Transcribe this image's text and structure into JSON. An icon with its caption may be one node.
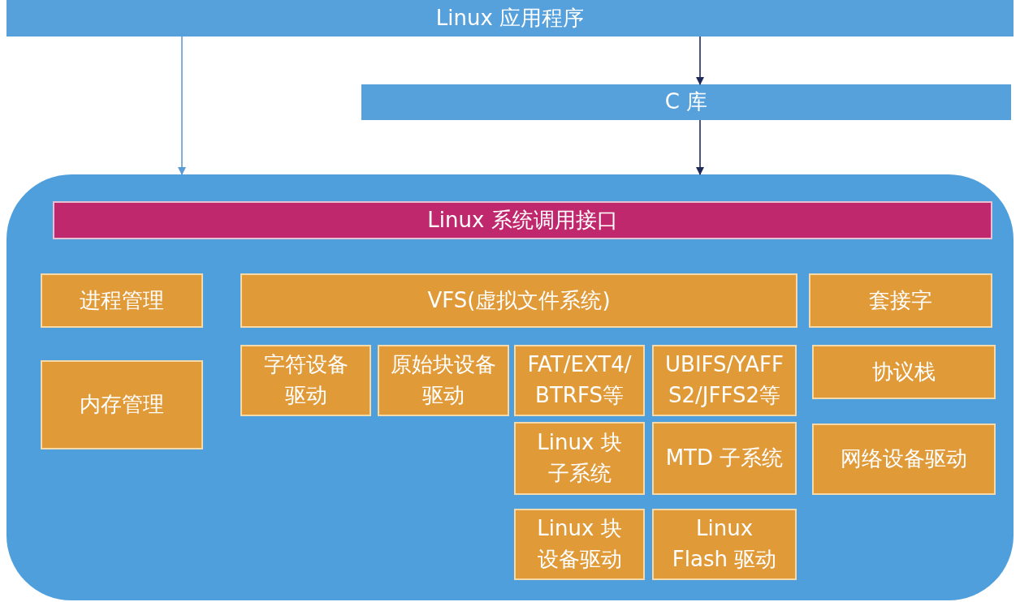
{
  "diagram": {
    "nodes": [
      {
        "text": [
          "Linux 应用程序"
        ]
      },
      {
        "text": [
          "C 库"
        ]
      },
      {
        "text": [],
        "shape": "box"
      },
      {
        "text": [
          "Linux 系统调用接口"
        ],
        "in": 2
      },
      {
        "text": [
          "进程管理"
        ],
        "in": 2
      },
      {
        "text": [
          "VFS(虚拟文件系统)"
        ],
        "in": 2
      },
      {
        "text": [
          "套接字"
        ],
        "in": 2
      },
      {
        "text": [
          "内存管理"
        ],
        "in": 2
      },
      {
        "text": [
          "字符设备驱动"
        ],
        "in": 2
      },
      {
        "text": [
          "原始块设备驱动"
        ],
        "in": 2
      },
      {
        "text": [
          "FAT/EXT4/BTRFS等"
        ],
        "in": 2
      },
      {
        "text": [
          "UBIFS/YAFFS2/JFFS2等"
        ],
        "in": 2
      },
      {
        "text": [
          "协议栈"
        ],
        "in": 2
      },
      {
        "text": [
          "Linux 块子系统"
        ],
        "in": 2
      },
      {
        "text": [
          "MTD 子系统"
        ],
        "in": 2
      },
      {
        "text": [
          "网络设备驱动"
        ],
        "in": 2
      },
      {
        "text": [
          "Linux 块设备驱动"
        ],
        "in": 2
      },
      {
        "text": [
          "Linux Flash 驱动"
        ],
        "in": 2
      }
    ],
    "edges": [
      {
        "from": 0,
        "to": 2,
        "arrow": "to",
        "color": "#5b9bd5"
      },
      {
        "from": 0,
        "to": 1,
        "arrow": "to"
      },
      {
        "from": 1,
        "to": 2,
        "arrow": "to"
      }
    ]
  }
}
